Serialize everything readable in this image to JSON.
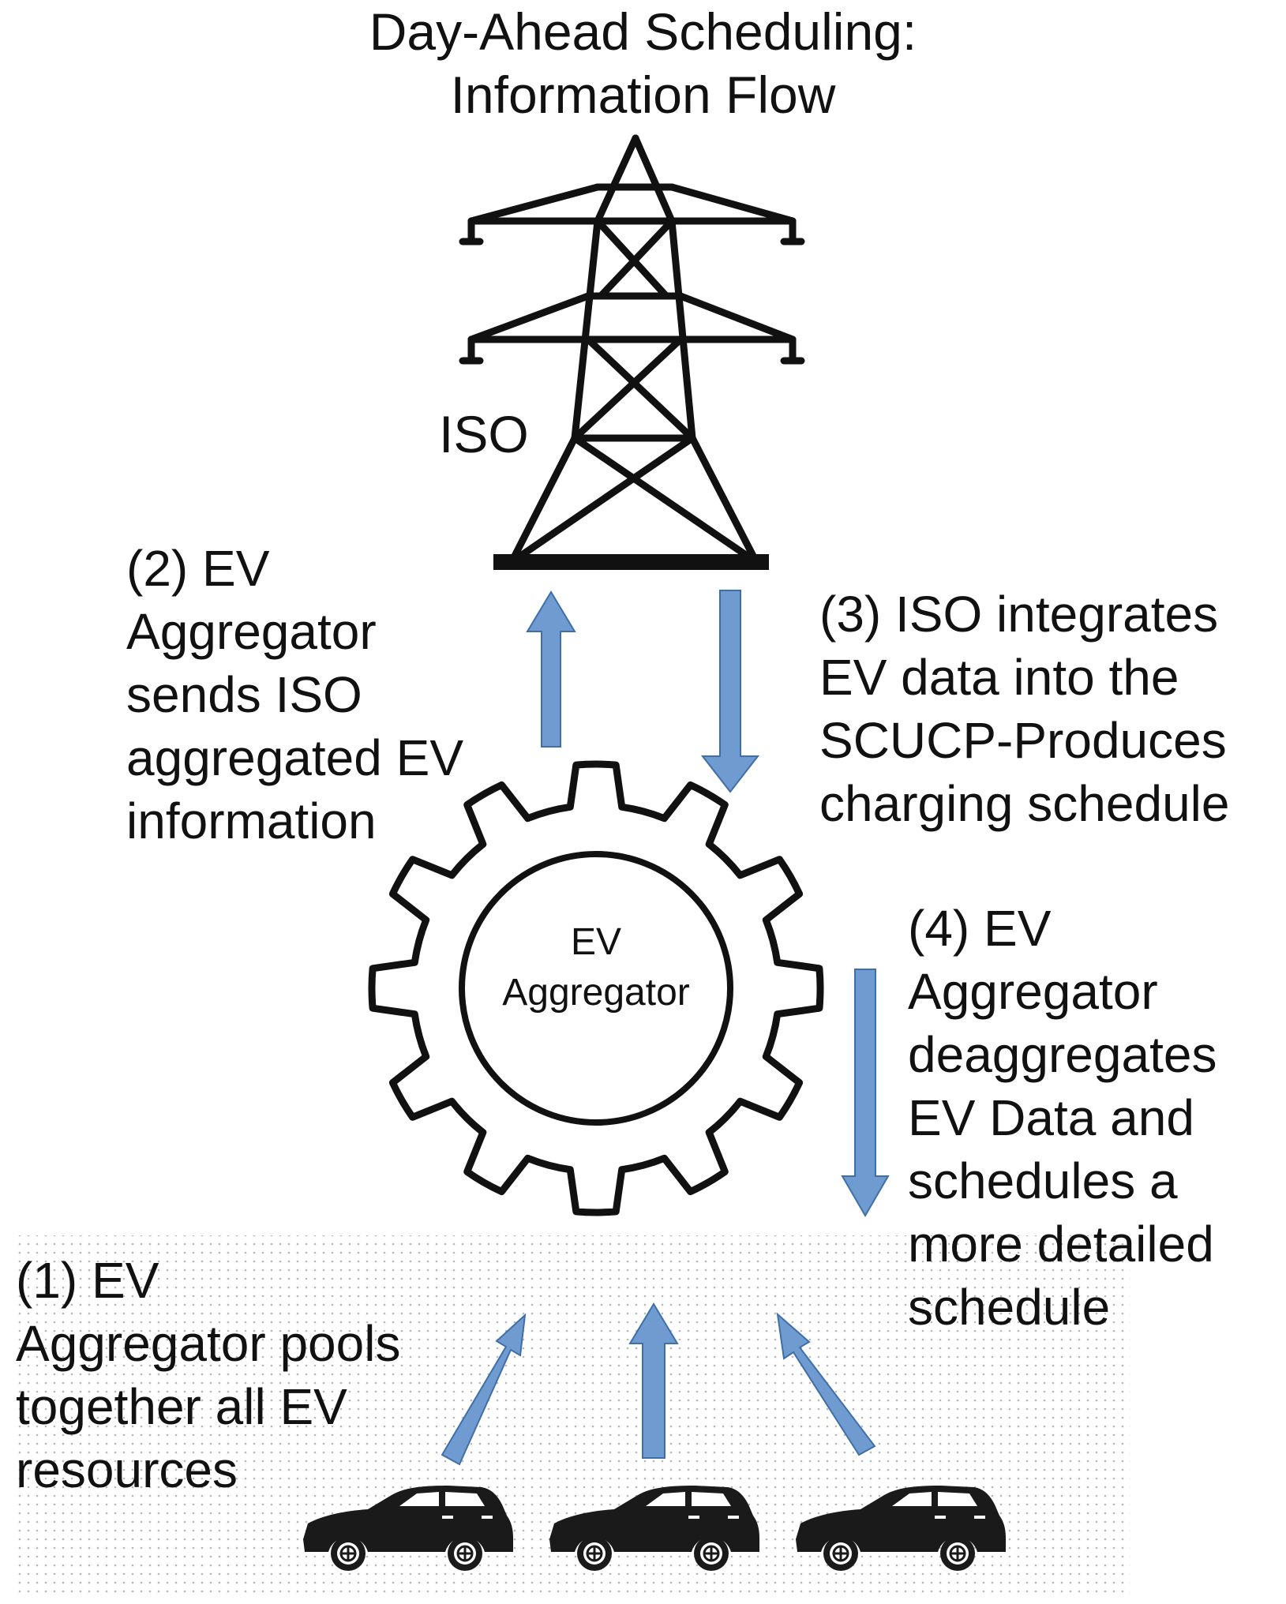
{
  "title": {
    "line1": "Day-Ahead Scheduling:",
    "line2": "Information Flow"
  },
  "iso_label": "ISO",
  "aggregator_label": {
    "line1": "EV",
    "line2": "Aggregator"
  },
  "steps": {
    "step1": [
      "(1) EV",
      "Aggregator pools",
      "together all EV",
      "resources"
    ],
    "step2": [
      "(2) EV",
      "Aggregator",
      "sends ISO",
      "aggregated EV",
      "information"
    ],
    "step3": [
      "(3) ISO integrates",
      "EV data into the",
      "SCUCP-Produces",
      "charging schedule"
    ],
    "step4": [
      "(4) EV",
      "Aggregator",
      "deaggregates",
      "EV Data and",
      "schedules a",
      "more detailed",
      "schedule"
    ]
  },
  "icons": [
    "transmission-tower-icon",
    "gear-icon",
    "car-icon",
    "arrow-up-icon",
    "arrow-down-icon"
  ],
  "colors": {
    "arrow_fill": "#6f9bd1",
    "arrow_stroke": "#3f6fa8",
    "ink": "#111111",
    "dot_pattern": "#bdbdbd"
  }
}
